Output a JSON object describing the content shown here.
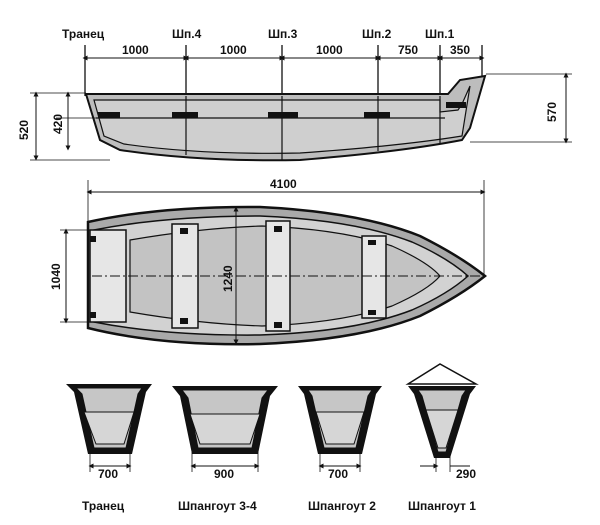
{
  "side_view": {
    "station_labels": [
      "Транец",
      "Шп.4",
      "Шп.3",
      "Шп.2",
      "Шп.1"
    ],
    "spacings": [
      "1000",
      "1000",
      "1000",
      "750",
      "350"
    ],
    "height_transom_outer": "520",
    "height_transom_inner": "420",
    "height_bow": "570"
  },
  "plan_view": {
    "overall_length": "4100",
    "overall_beam": "1040",
    "inner_beam": "1240"
  },
  "sections": [
    {
      "name": "Транец",
      "width": "700"
    },
    {
      "name": "Шпангоут 3-4",
      "width": "900"
    },
    {
      "name": "Шпангоут 2",
      "width": "700"
    },
    {
      "name": "Шпангоут 1",
      "width": "290"
    }
  ]
}
